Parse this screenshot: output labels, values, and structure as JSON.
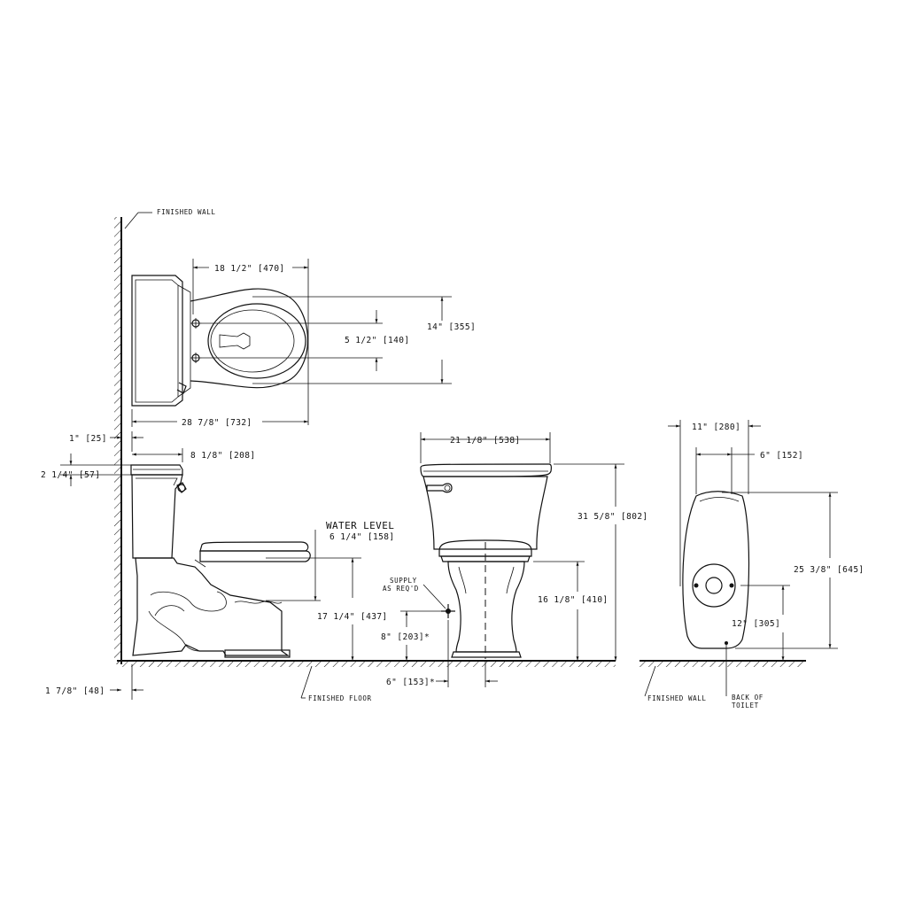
{
  "colors": {
    "ink": "#111111",
    "paper": "#ffffff"
  },
  "references": {
    "finished_wall_top": "FINISHED WALL",
    "finished_floor": "FINISHED FLOOR",
    "finished_wall_right": "FINISHED WALL",
    "supply_line1": "SUPPLY",
    "supply_line2": "AS REQ'D",
    "water_level": "WATER LEVEL",
    "back_of_toilet_line1": "BACK OF",
    "back_of_toilet_line2": "TOILET"
  },
  "top_view": {
    "dim_tank_to_bowl": "18 1/2\" [470]",
    "dim_bolt_spacing": "5 1/2\" [140]",
    "dim_width": "14\" [355]",
    "dim_overall_length": "28 7/8\" [732]"
  },
  "side_view": {
    "dim_wall_gap": "1\" [25]",
    "dim_tank_depth": "8 1/8\" [208]",
    "dim_lid_height": "2 1/4\" [57]",
    "dim_water_level": "6 1/4\" [158]",
    "dim_rim_height": "17 1/4\" [437]",
    "dim_supply_height": "8\" [203]*",
    "dim_base_offset": "1 7/8\" [48]"
  },
  "front_view": {
    "dim_tank_width": "21 1/8\" [538]",
    "dim_overall_height": "31 5/8\" [802]",
    "dim_seat_height": "16 1/8\" [410]",
    "dim_supply_offset": "6\" [153]*"
  },
  "rear_view": {
    "dim_outlet_width": "11\" [280]",
    "dim_outlet_center": "6\" [152]",
    "dim_tank_height": "25 3/8\" [645]",
    "dim_rough_in": "12\" [305]"
  }
}
